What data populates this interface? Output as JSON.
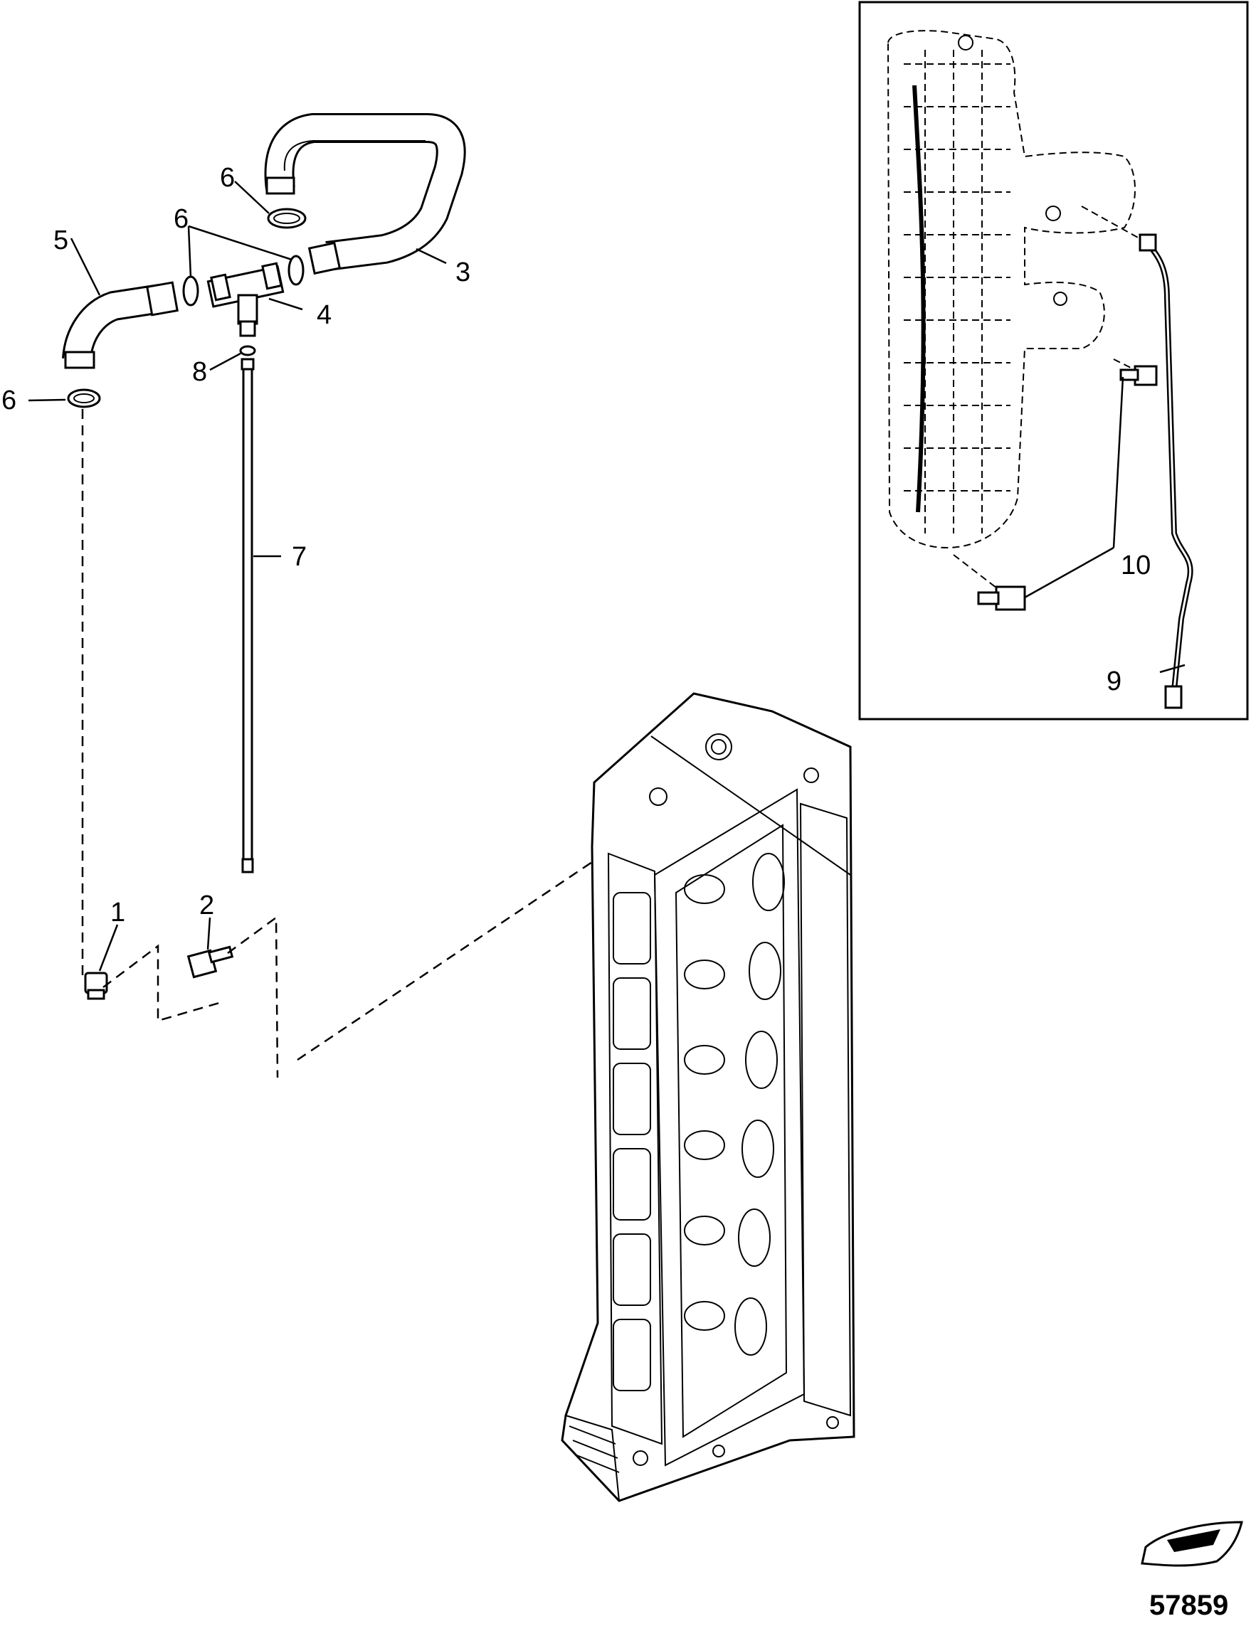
{
  "callouts": {
    "c1": "1",
    "c2": "2",
    "c3": "3",
    "c4": "4",
    "c5": "5",
    "c6a": "6",
    "c6b": "6",
    "c6c": "6",
    "c7": "7",
    "c8": "8",
    "c9": "9",
    "c10": "10"
  },
  "figure_number": "57859",
  "icons": [
    "boat-orientation-icon"
  ]
}
